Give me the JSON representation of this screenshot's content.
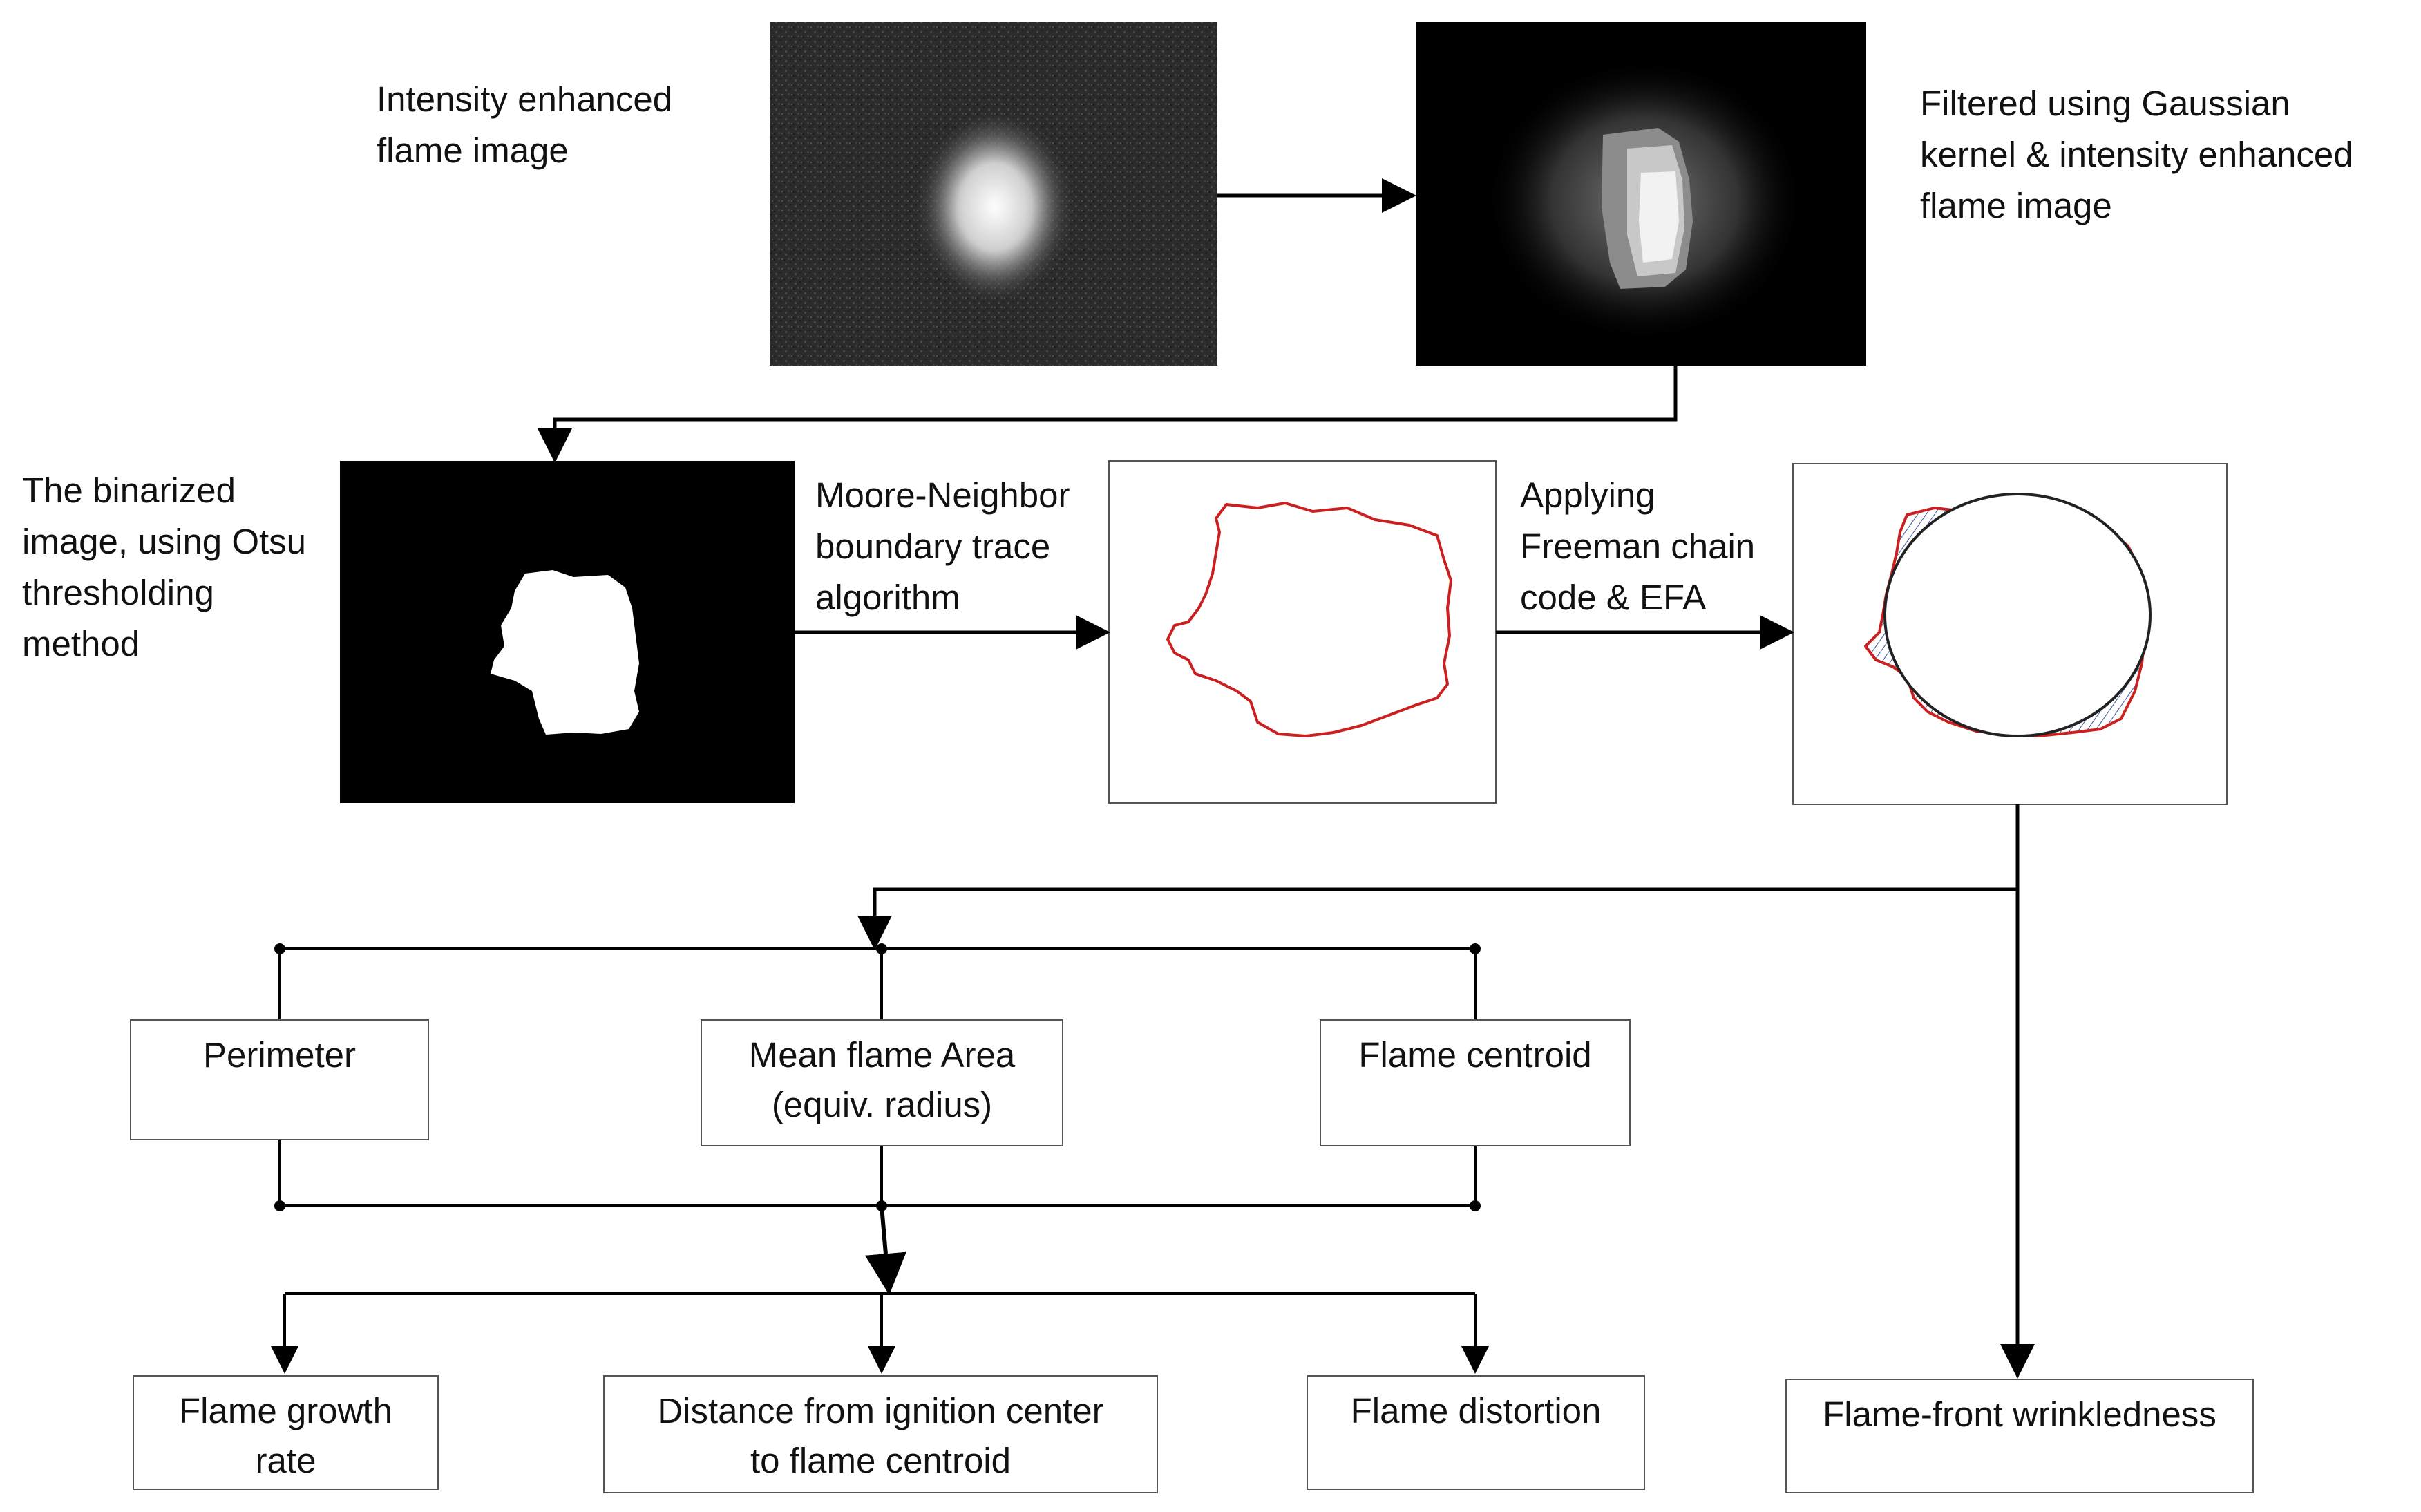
{
  "steps": {
    "intensity_enhanced": [
      "Intensity enhanced",
      "flame image"
    ],
    "filtered": [
      "Filtered using Gaussian",
      "kernel & intensity enhanced",
      "flame image"
    ],
    "binarized": [
      "The binarized",
      "image, using Otsu",
      "thresholding",
      "method"
    ],
    "moore_neighbor": [
      "Moore-Neighbor",
      "boundary trace",
      "algorithm"
    ],
    "freeman": [
      "Applying",
      "Freeman chain",
      "code & EFA"
    ]
  },
  "parameters": {
    "perimeter": [
      "Perimeter"
    ],
    "mean_area": [
      "Mean flame Area",
      "(equiv. radius)"
    ],
    "centroid": [
      "Flame centroid"
    ]
  },
  "outputs": {
    "growth_rate": [
      "Flame growth",
      "rate"
    ],
    "distance": [
      "Distance from ignition center",
      "to flame centroid"
    ],
    "distortion": [
      "Flame distortion"
    ],
    "wrinkledness": [
      "Flame-front wrinkledness"
    ]
  },
  "colors": {
    "contour": "#cc1f1f",
    "ellipse": "#222222",
    "hatch": "#3a5a9a",
    "arrow": "#000000",
    "box_border": "#555555"
  }
}
